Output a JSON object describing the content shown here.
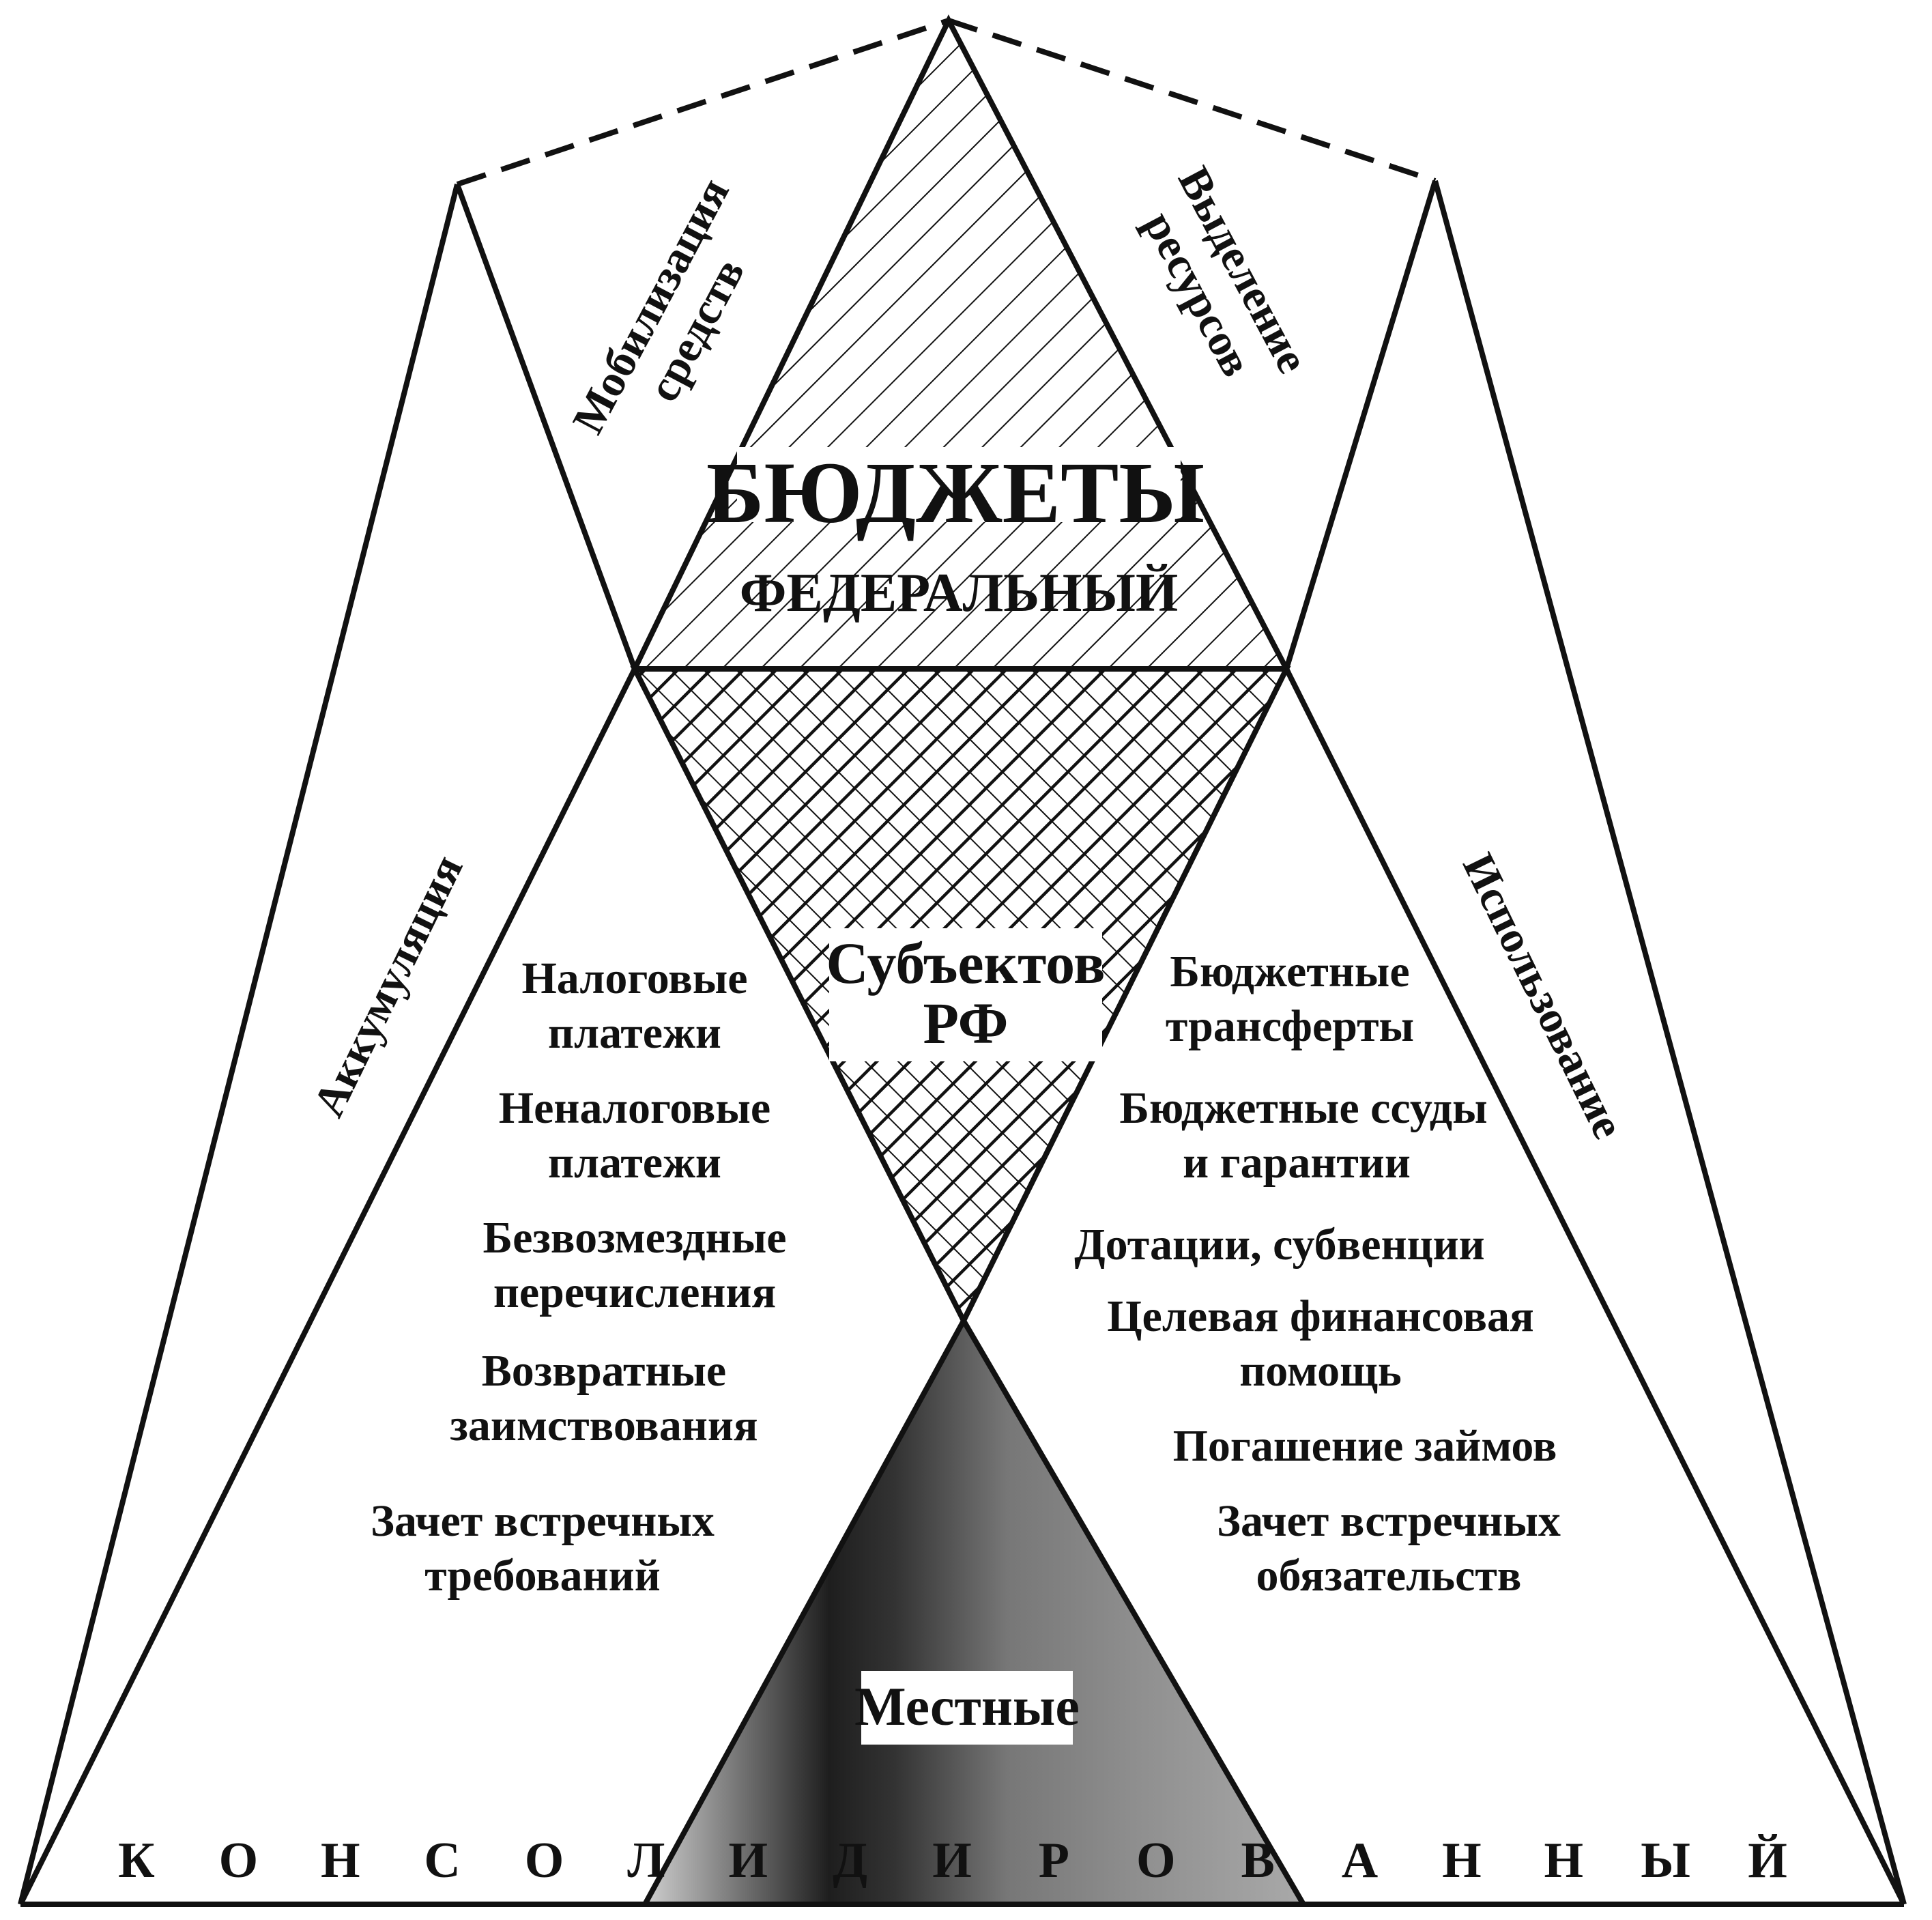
{
  "title_lines": {
    "budgets": "БЮДЖЕТЫ",
    "federal": "ФЕДЕРАЛЬНЫЙ",
    "subjects_line1": "Субъектов",
    "subjects_line2": "РФ",
    "local": "Местные"
  },
  "consolidated_letters": [
    "К",
    "О",
    "Н",
    "С",
    "О",
    "Л",
    "И",
    "Д",
    "И",
    "Р",
    "О",
    "В",
    "А",
    "Н",
    "Н",
    "Ы",
    "Й"
  ],
  "side_labels": {
    "mobilization": [
      "Мобилизация",
      "средств"
    ],
    "allocation": [
      "Выделение",
      "ресурсов"
    ],
    "accumulation": "Аккумуляция",
    "usage": "Использование"
  },
  "left_items": [
    [
      "Налоговые",
      "платежи"
    ],
    [
      "Неналоговые",
      "платежи"
    ],
    [
      "Безвозмездные",
      "перечисления"
    ],
    [
      "Возвратные",
      "заимствования"
    ],
    [
      "Зачет встречных",
      "требований"
    ]
  ],
  "right_items": [
    [
      "Бюджетные",
      "трансферты"
    ],
    [
      "Бюджетные ссуды",
      "и гарантии"
    ],
    [
      "Дотации, субвенции"
    ],
    [
      "Целевая финансовая",
      "помощь"
    ],
    [
      "Погашение займов"
    ],
    [
      "Зачет встречных",
      "обязательств"
    ]
  ]
}
